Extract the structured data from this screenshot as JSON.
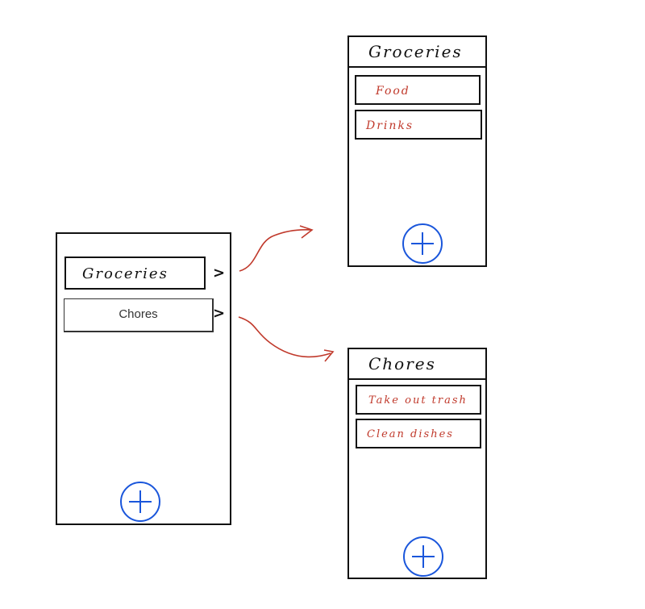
{
  "colors": {
    "ink": "#111111",
    "accent_red": "#c0392b",
    "fab_blue": "#1a56db"
  },
  "main_screen": {
    "items": [
      {
        "label": "Groceries"
      },
      {
        "label": "Chores"
      }
    ],
    "chevron": ">",
    "fab_icon": "plus-circle-icon"
  },
  "groceries_screen": {
    "title": "Groceries",
    "items": [
      {
        "label": "Food"
      },
      {
        "label": "Drinks"
      }
    ],
    "fab_icon": "plus-circle-icon"
  },
  "chores_screen": {
    "title": "Chores",
    "items": [
      {
        "label": "Take out trash"
      },
      {
        "label": "Clean dishes"
      }
    ],
    "fab_icon": "plus-circle-icon"
  },
  "arrows": [
    {
      "from": "Groceries",
      "to": "Groceries"
    },
    {
      "from": "Chores",
      "to": "Chores"
    }
  ]
}
